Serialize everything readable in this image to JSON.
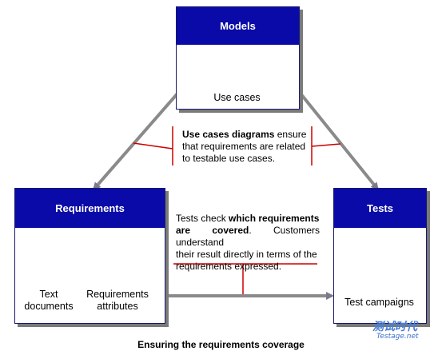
{
  "models": {
    "title": "Models",
    "caption": "Use cases"
  },
  "requirements": {
    "title": "Requirements",
    "item1_line1": "Text",
    "item1_line2": "documents",
    "item2_line1": "Requirements",
    "item2_line2": "attributes"
  },
  "tests": {
    "title": "Tests",
    "caption": "Test campaigns"
  },
  "note_top": {
    "bold": "Use cases diagrams",
    "rest1": " ensure",
    "line2": "that requirements are related",
    "line3": "to testable use cases."
  },
  "note_mid": {
    "pre": "Tests check ",
    "bold1": "which requirements",
    "bold2": "are covered",
    "rest1": ". Customers understand",
    "line3": "their result directly in terms of the",
    "line4": "requirements expressed."
  },
  "footer": "Ensuring the requirements coverage",
  "watermark": {
    "cn": "测试时代",
    "url": "Testage.net"
  },
  "colors": {
    "header": "#0a0aa8",
    "arrow": "#8a8a8a",
    "marker": "#cc0000"
  }
}
